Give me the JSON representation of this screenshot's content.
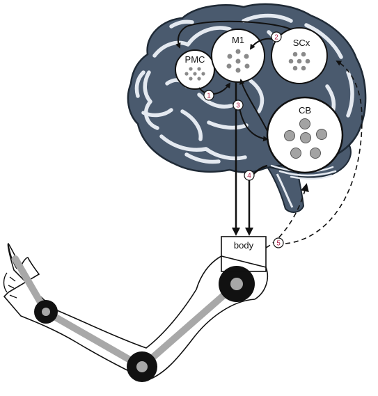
{
  "regions": {
    "pmc": {
      "label": "PMC"
    },
    "m1": {
      "label": "M1"
    },
    "scx": {
      "label": "SCx"
    },
    "cb": {
      "label": "CB"
    }
  },
  "body_box": {
    "label": "body"
  },
  "markers": [
    "1",
    "2",
    "3",
    "4",
    "5"
  ],
  "colors": {
    "brain_fill": "#4a5a6e",
    "brain_light": "#e4e9f0",
    "dots_small": "#8a8a8a",
    "dots_large": "#a3a3a3",
    "limb_bone": "#a8a8a8",
    "marker_number": "#b0224a"
  }
}
